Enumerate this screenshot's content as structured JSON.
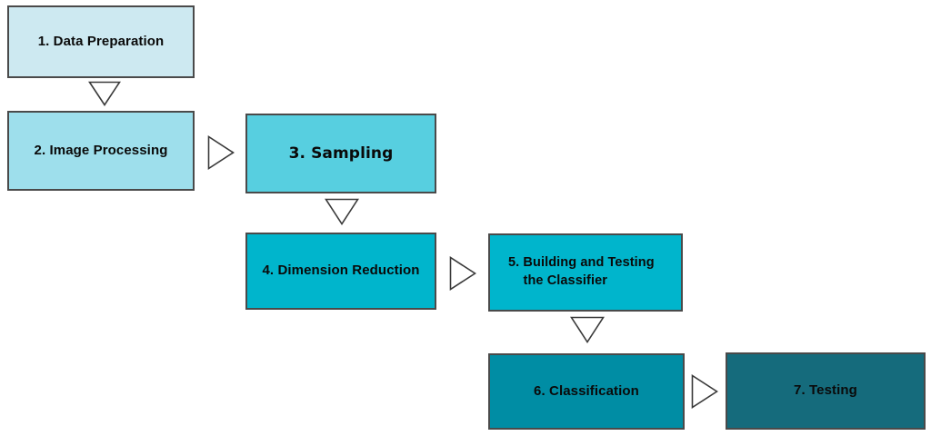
{
  "diagram": {
    "type": "flowchart",
    "background": "#ffffff",
    "box_border_color": "#4a4a4a",
    "arrow_fill": "#ffffff",
    "arrow_stroke": "#3a3a3a",
    "text_color": "#0a0a0a",
    "boxes": [
      {
        "step": 1,
        "label": "1. Data Preparation",
        "color": "#cde9f1"
      },
      {
        "step": 2,
        "label": "2. Image Processing",
        "color": "#9edfec"
      },
      {
        "step": 3,
        "label": "3. Sampling",
        "color": "#57cfe0"
      },
      {
        "step": 4,
        "label": "4. Dimension Reduction",
        "color": "#00b5cc"
      },
      {
        "step": 5,
        "label": "5. Building and Testing\n    the Classifier",
        "color": "#00b5cc"
      },
      {
        "step": 6,
        "label": "6. Classification",
        "color": "#008da4"
      },
      {
        "step": 7,
        "label": "7. Testing",
        "color": "#156b7c"
      }
    ],
    "connections": [
      {
        "from": 1,
        "to": 2,
        "direction": "down"
      },
      {
        "from": 2,
        "to": 3,
        "direction": "right"
      },
      {
        "from": 3,
        "to": 4,
        "direction": "down"
      },
      {
        "from": 4,
        "to": 5,
        "direction": "right"
      },
      {
        "from": 5,
        "to": 6,
        "direction": "down"
      },
      {
        "from": 6,
        "to": 7,
        "direction": "right"
      }
    ]
  }
}
